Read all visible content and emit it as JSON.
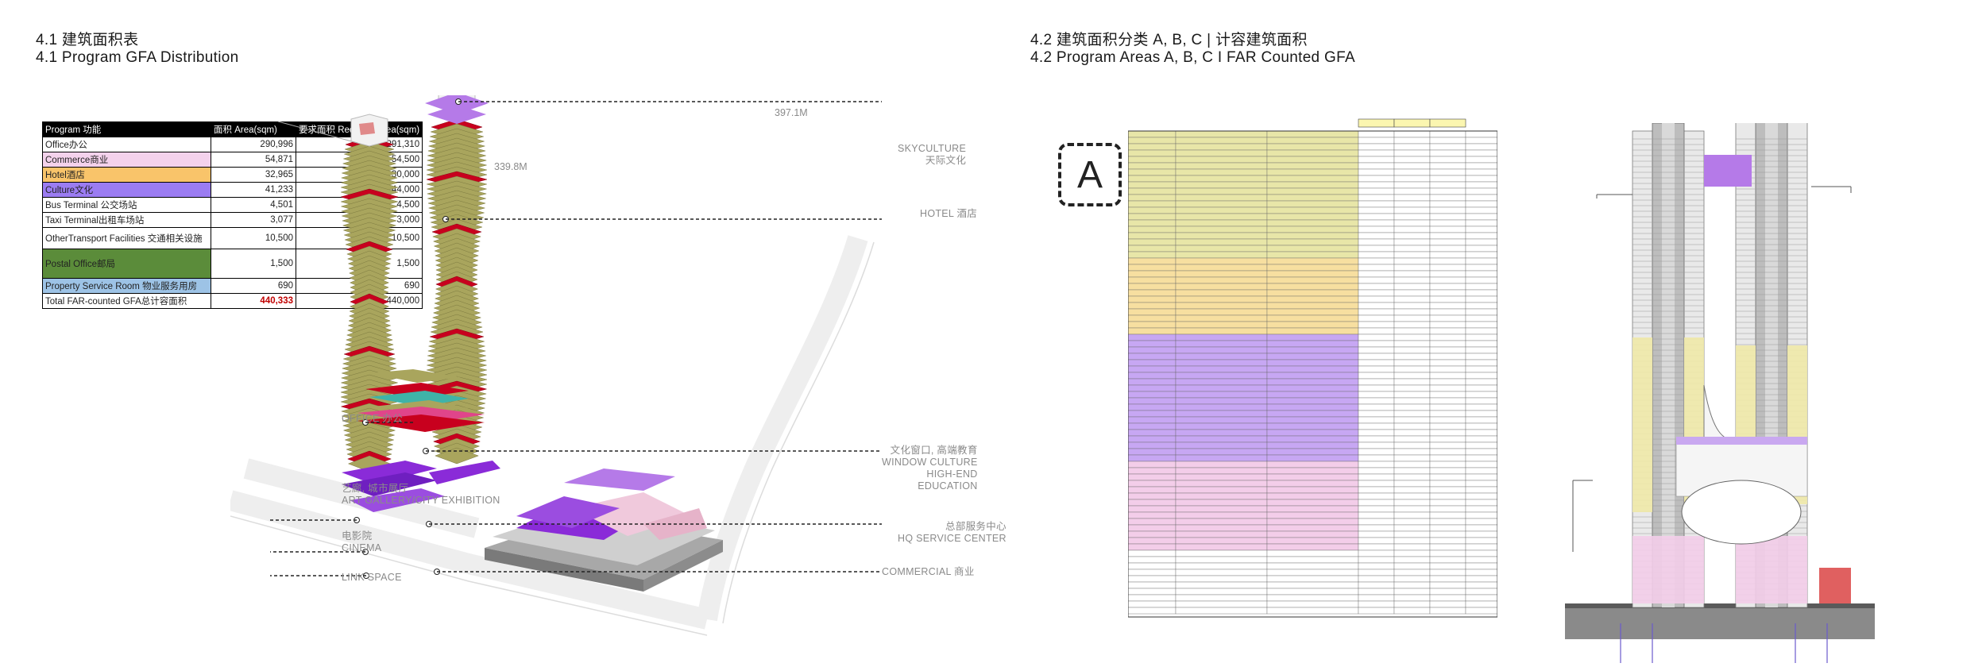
{
  "left_title": {
    "cn": "4.1 建筑面积表",
    "en": "4.1 Program GFA Distribution"
  },
  "right_title": {
    "cn": "4.2 建筑面积分类 A, B, C | 计容建筑面积",
    "en": "4.2 Program Areas A, B, C I FAR Counted GFA"
  },
  "gfa_table": {
    "headers": [
      "Program 功能",
      "面积 Area(sqm)",
      "要求面积 Required Area(sqm)"
    ],
    "rows": [
      {
        "name": "Office办公",
        "area": "290,996",
        "required": "291,310",
        "color": "#ffffff"
      },
      {
        "name": "Commerce商业",
        "area": "54,871",
        "required": "54,500",
        "color": "#f4d2ec"
      },
      {
        "name": "Hotel酒店",
        "area": "32,965",
        "required": "30,000",
        "color": "#f9c46a"
      },
      {
        "name": "Culture文化",
        "area": "41,233",
        "required": "44,000",
        "color": "#9b7cf2"
      },
      {
        "name": "Bus Terminal 公交场站",
        "area": "4,501",
        "required": "4,500",
        "color": "#ffffff"
      },
      {
        "name": "Taxi Terminal出租车场站",
        "area": "3,077",
        "required": "3,000",
        "color": "#ffffff"
      },
      {
        "name": "OtherTransport Facilities 交通相关设施",
        "area": "10,500",
        "required": "10,500",
        "color": "#ffffff"
      },
      {
        "name": "Postal Office邮局",
        "area": "1,500",
        "required": "1,500",
        "color": "#5b8c3a"
      },
      {
        "name": "Property Service Room 物业服务用房",
        "area": "690",
        "required": "690",
        "color": "#9dc3e6"
      },
      {
        "name": "Total FAR-counted GFA总计容面积",
        "area": "440,333",
        "required": "440,000",
        "color": "#ffffff"
      }
    ]
  },
  "heights": {
    "left": "339.8M",
    "right": "397.1M"
  },
  "callouts": {
    "skyculture": [
      "SKYCULTURE",
      "天际文化"
    ],
    "hotel": [
      "HOTEL 酒店"
    ],
    "office": [
      "OFFICE 办公"
    ],
    "window_culture": [
      "文化窗口, 高端教育",
      "WINDOW CULTURE",
      "HIGH-END",
      "EDUCATION"
    ],
    "art_gallery": [
      "艺廊, 城市展厅",
      "ART GALLERY/CITY EXHIBITION"
    ],
    "cinema": [
      "电影院",
      "CINEMA"
    ],
    "hq_service": [
      "总部服务中心",
      "HQ SERVICE CENTER"
    ],
    "link_space": [
      "LINK SPACE"
    ],
    "commercial": [
      "COMMERCIAL 商业"
    ]
  },
  "badge": "A",
  "colors": {
    "office": "#e8e6a8",
    "hotel": "#f7dfa0",
    "culture": "#c7a7f3",
    "commerce": "#f3cde9",
    "tower_band": "#c8001e",
    "tower_body": "#a9a55d"
  }
}
